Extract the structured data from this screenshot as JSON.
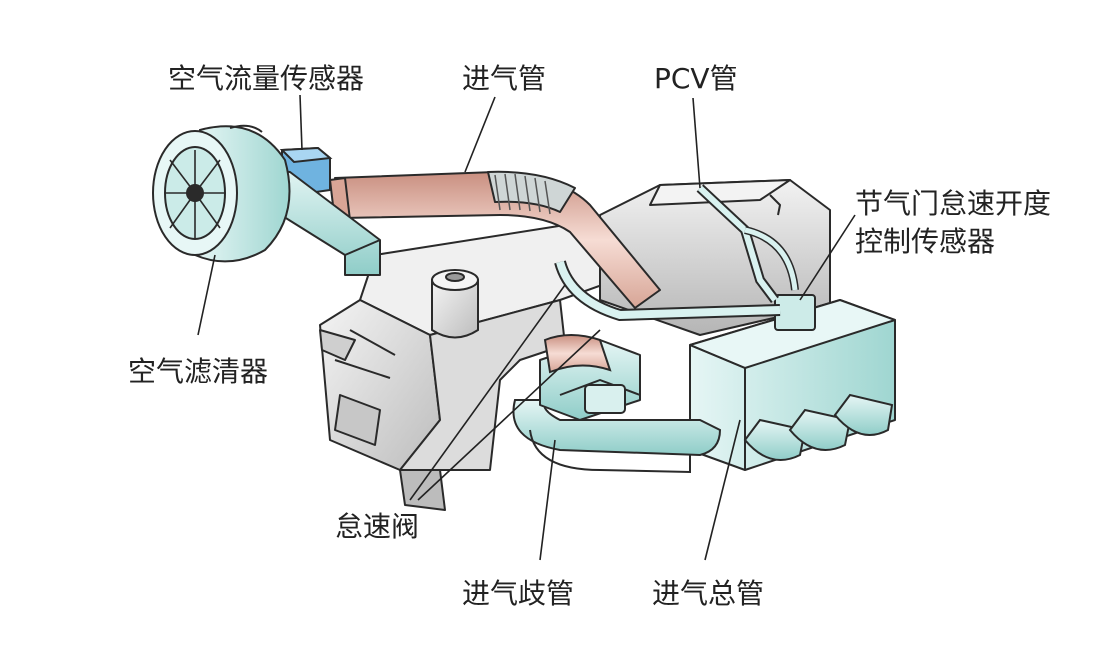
{
  "labels": {
    "maf_sensor": "空气流量传感器",
    "intake_pipe": "进气管",
    "pcv_pipe": "PCV管",
    "throttle_sensor_line1": "节气门怠速开度",
    "throttle_sensor_line2": "控制传感器",
    "air_filter": "空气滤清器",
    "idle_valve": "怠速阀",
    "intake_manifold": "进气歧管",
    "intake_plenum": "进气总管"
  },
  "colors": {
    "outline": "#2a2a2a",
    "teal_light": "#e3f4f3",
    "teal": "#bfe6e3",
    "teal_dark": "#8fcdc8",
    "gray_light": "#efefef",
    "gray": "#d4d4d4",
    "gray_dark": "#a8a8a8",
    "pink_light": "#f6dcd4",
    "pink": "#e7b9ab",
    "pink_dark": "#c98f80",
    "sensor_blue": "#6fb3e0",
    "leader": "#222222"
  }
}
